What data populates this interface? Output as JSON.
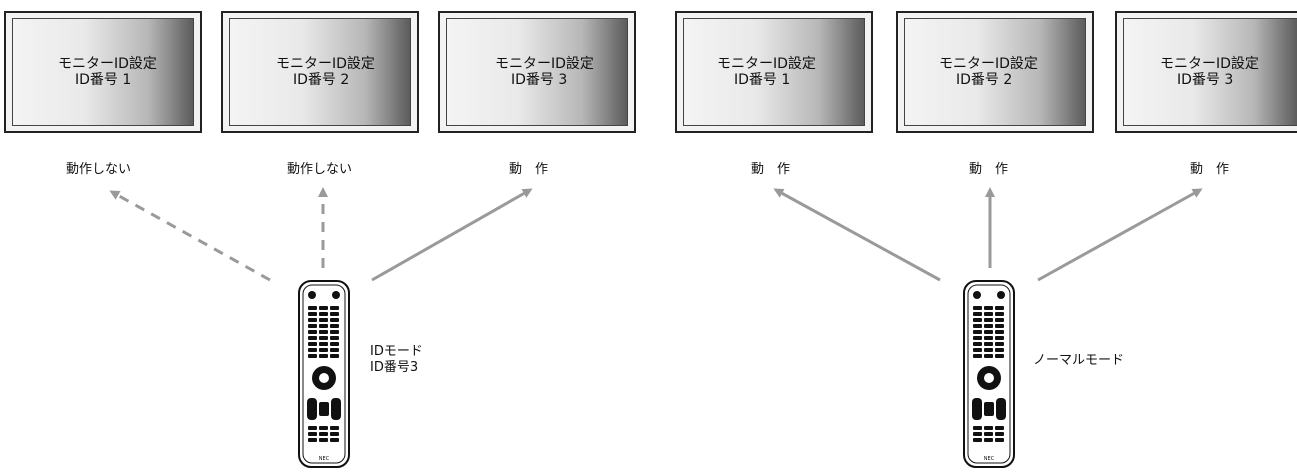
{
  "left_scene": {
    "monitors": [
      {
        "line1": "モニターID設定",
        "line2": "ID番号 1"
      },
      {
        "line1": "モニターID設定",
        "line2": "ID番号 2"
      },
      {
        "line1": "モニターID設定",
        "line2": "ID番号 3"
      }
    ],
    "statuses": [
      "動作しない",
      "動作しない",
      "動　作"
    ],
    "remote_mode": [
      "IDモード",
      "ID番号3"
    ],
    "remote_brand": "NEC"
  },
  "right_scene": {
    "monitors": [
      {
        "line1": "モニターID設定",
        "line2": "ID番号 1"
      },
      {
        "line1": "モニターID設定",
        "line2": "ID番号 2"
      },
      {
        "line1": "モニターID設定",
        "line2": "ID番号 3"
      }
    ],
    "statuses": [
      "動　作",
      "動　作",
      "動　作"
    ],
    "remote_mode": [
      "ノーマルモード"
    ],
    "remote_brand": "NEC"
  },
  "colors": {
    "arrow": "#9a9a9a",
    "frame": "#222222"
  }
}
